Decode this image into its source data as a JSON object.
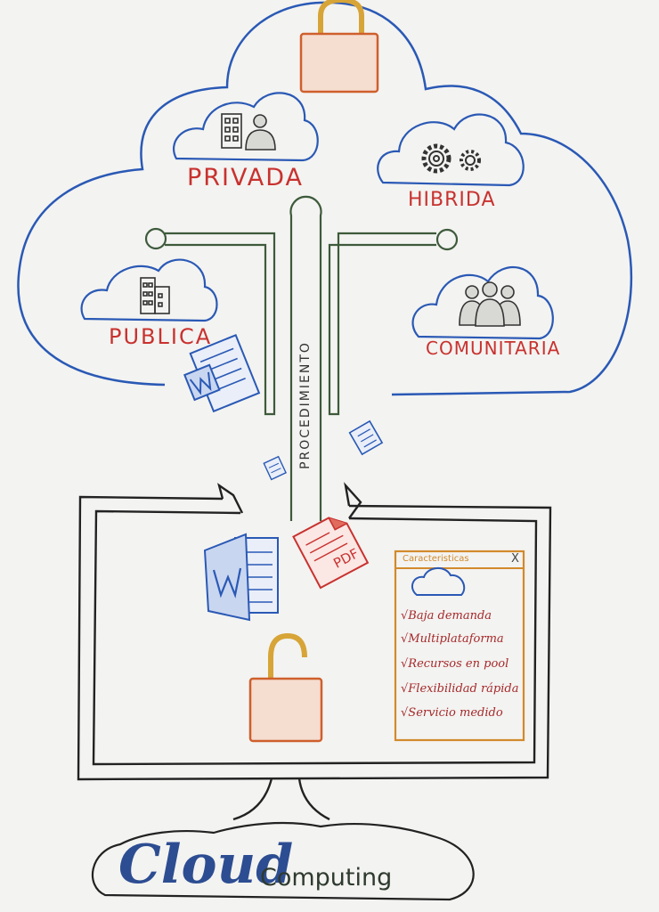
{
  "labels": {
    "privada": "PRIVADA",
    "hibrida": "HIBRIDA",
    "publica": "PUBLICA",
    "comunitaria": "COMUNITARIA",
    "procedimiento": "PROCEDIMIENTO",
    "pdf": "PDF"
  },
  "features_panel": {
    "title": "Caracteristicas",
    "close": "X",
    "items": [
      "√Baja demanda",
      "√Multiplataforma",
      "√Recursos en pool",
      "√Flexibilidad rápida",
      "√Servicio medido"
    ]
  },
  "brand": {
    "word1": "Cloud",
    "word2": "Computing"
  },
  "colors": {
    "cloud_outline": "#2a59b5",
    "label_red": "#c8322f",
    "lock_orange": "#cf5f2c",
    "tree_green": "#3d5a3b",
    "panel_orange": "#d28a2c",
    "word_blue": "#2a59b5",
    "monitor_black": "#222222"
  },
  "icons": [
    "closed-lock-icon",
    "building-person-icon",
    "gears-icon",
    "buildings-icon",
    "community-people-icon",
    "word-document-icon",
    "pdf-document-icon",
    "open-lock-icon",
    "cloud-icon"
  ]
}
